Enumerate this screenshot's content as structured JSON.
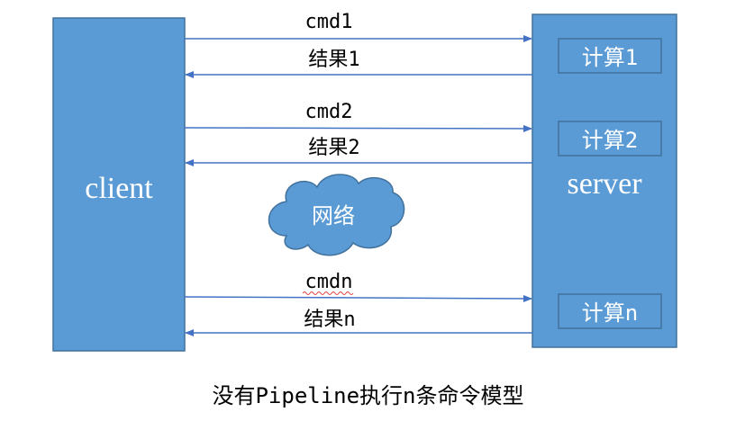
{
  "colors": {
    "box_fill": "#5B9BD5",
    "box_stroke": "#41719C",
    "arrow": "#4472C4",
    "cloud_fill": "#5B9BD5",
    "underline": "#E04040"
  },
  "client": {
    "label": "client"
  },
  "server": {
    "label": "server"
  },
  "network": {
    "label": "网络"
  },
  "messages": [
    {
      "request": "cmd1",
      "response": "结果1",
      "compute": "计算1"
    },
    {
      "request": "cmd2",
      "response": "结果2",
      "compute": "计算2"
    },
    {
      "request": "cmdn",
      "response": "结果n",
      "compute": "计算n"
    }
  ],
  "caption": "没有Pipeline执行n条命令模型"
}
